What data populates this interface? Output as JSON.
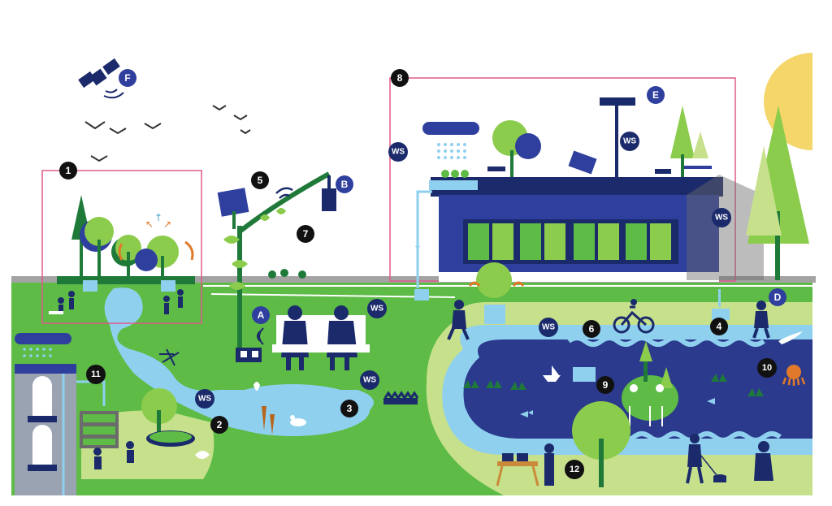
{
  "markers": {
    "n1": "1",
    "n2": "2",
    "n3": "3",
    "n4": "4",
    "n5": "5",
    "n6": "6",
    "n7": "7",
    "n8": "8",
    "n9": "9",
    "n10": "10",
    "n11": "11",
    "n12": "12",
    "lA": "A",
    "lB": "B",
    "lD": "D",
    "lE": "E",
    "lF": "F",
    "ws": "WS"
  },
  "colors": {
    "navy": "#1b2a6b",
    "grass": "#5dbb46",
    "light_green": "#c7e08c",
    "water_light": "#8fd0ef",
    "water_dark": "#2b3a8c",
    "building": "#2f3f9e",
    "frame": "#e0588a",
    "sun": "#f4d66a",
    "sky_bar": "#a0a0a0",
    "tree_dark": "#1f7a3a",
    "tree_light": "#8ccc4c"
  }
}
